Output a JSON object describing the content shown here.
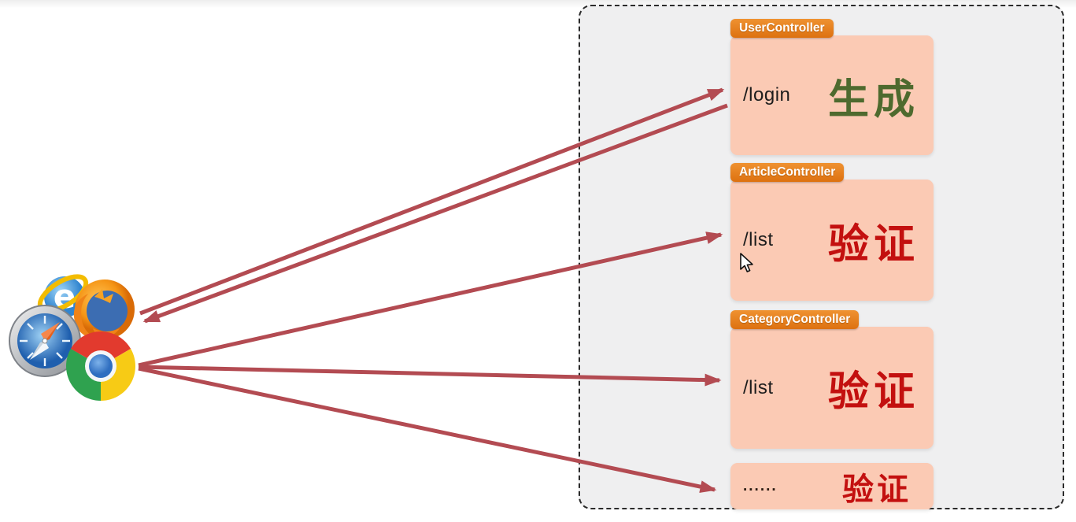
{
  "panel": {
    "bg": "#efeff0",
    "border_color": "#2b2b2b"
  },
  "client": {
    "browser_icons": [
      {
        "icon": "ie-icon"
      },
      {
        "icon": "firefox-icon"
      },
      {
        "icon": "safari-icon"
      },
      {
        "icon": "chrome-icon"
      }
    ]
  },
  "controllers": [
    {
      "name": "UserController",
      "route": "/login",
      "action": "生成",
      "action_color": "#4e6a2e"
    },
    {
      "name": "ArticleController",
      "route": "/list",
      "action": "验证",
      "action_color": "#c3100f"
    },
    {
      "name": "CategoryController",
      "route": "/list",
      "action": "验证",
      "action_color": "#c3100f"
    },
    {
      "name": "",
      "route": "......",
      "action": "验证",
      "action_color": "#c3100f"
    }
  ],
  "colors": {
    "box_fill": "#fbcab4",
    "badge_orange": "#e5801d",
    "arrow": "#b34b52",
    "generate_green": "#4e6a2e",
    "verify_red": "#c3100f"
  }
}
